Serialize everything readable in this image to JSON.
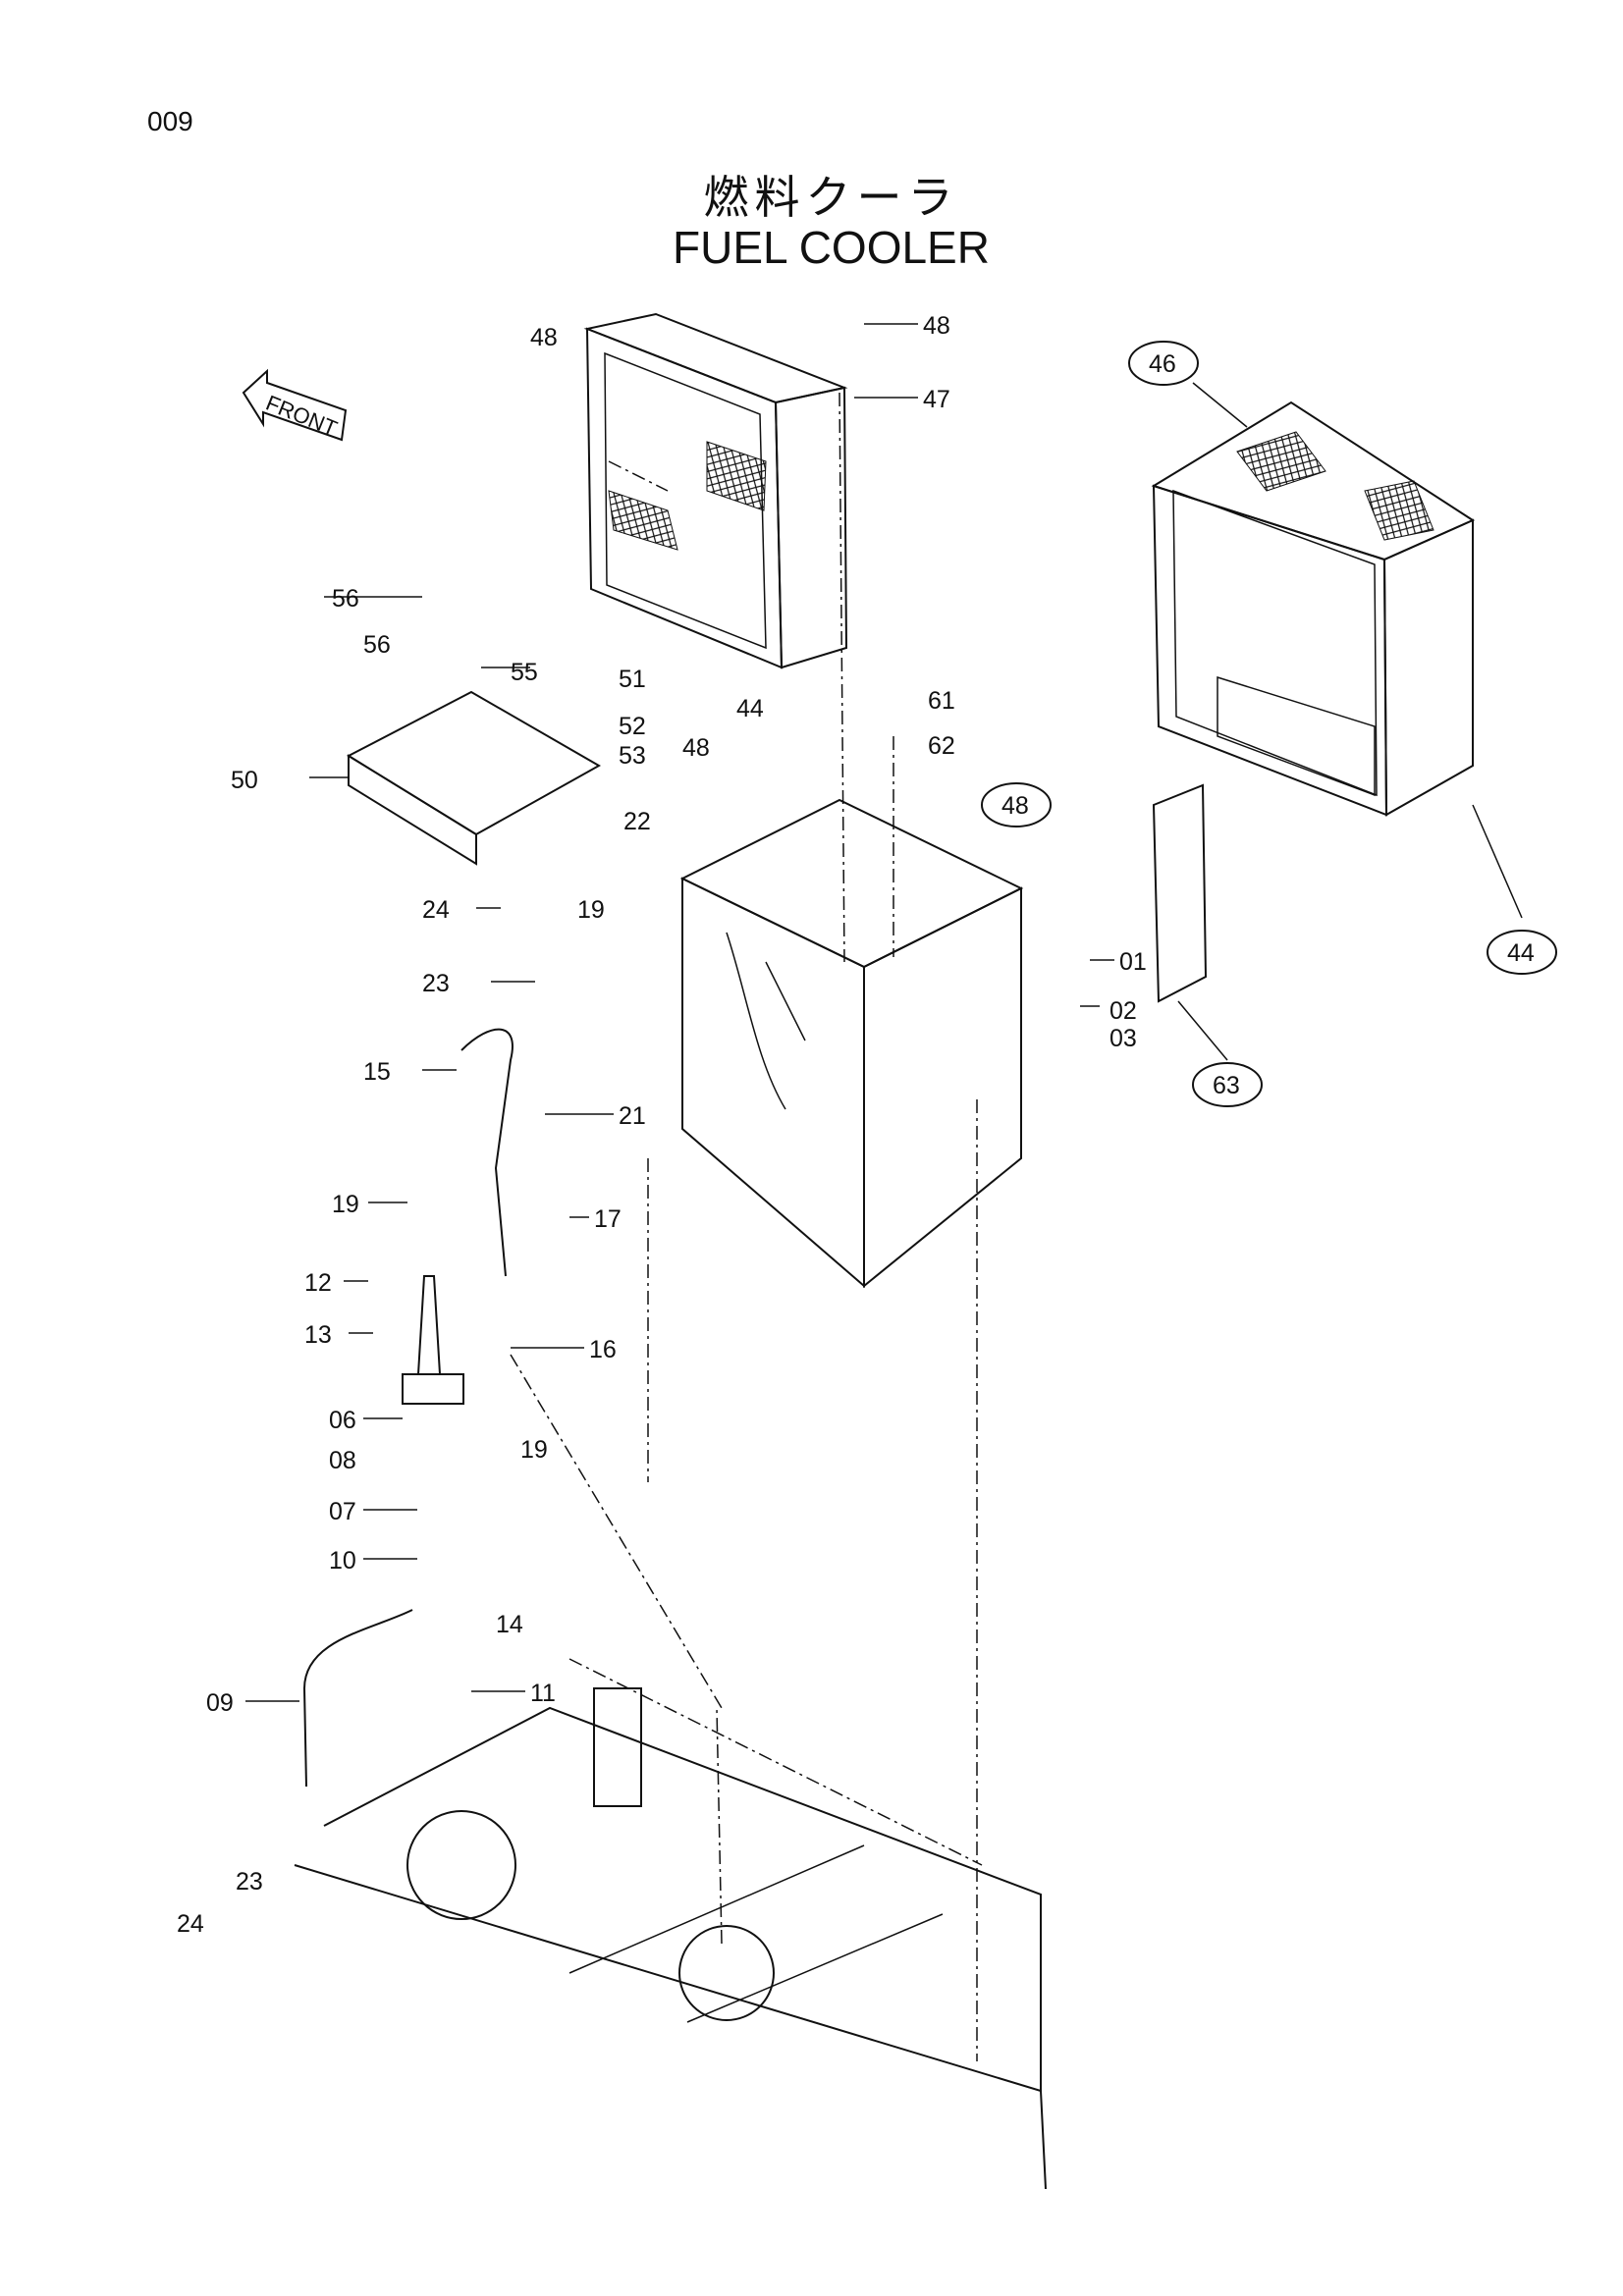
{
  "page_number": "009",
  "title_jp": "燃料クーラ",
  "title_en": "FUEL COOLER",
  "front_label": "FRONT",
  "callouts": {
    "c48a": "48",
    "c48b": "48",
    "c48c": "48",
    "c48d": "48",
    "c47": "47",
    "c46": "46",
    "c56a": "56",
    "c56b": "56",
    "c55": "55",
    "c51": "51",
    "c52": "52",
    "c53": "53",
    "c61": "61",
    "c62": "62",
    "c44a": "44",
    "c44b": "44",
    "c50": "50",
    "c22": "22",
    "c24a": "24",
    "c24b": "24",
    "c19a": "19",
    "c19b": "19",
    "c19c": "19",
    "c23a": "23",
    "c23b": "23",
    "c01": "01",
    "c02": "02",
    "c03": "03",
    "c63": "63",
    "c15": "15",
    "c21": "21",
    "c17": "17",
    "c12": "12",
    "c13": "13",
    "c16": "16",
    "c06": "06",
    "c08": "08",
    "c07": "07",
    "c10": "10",
    "c14": "14",
    "c09": "09",
    "c11": "11"
  }
}
